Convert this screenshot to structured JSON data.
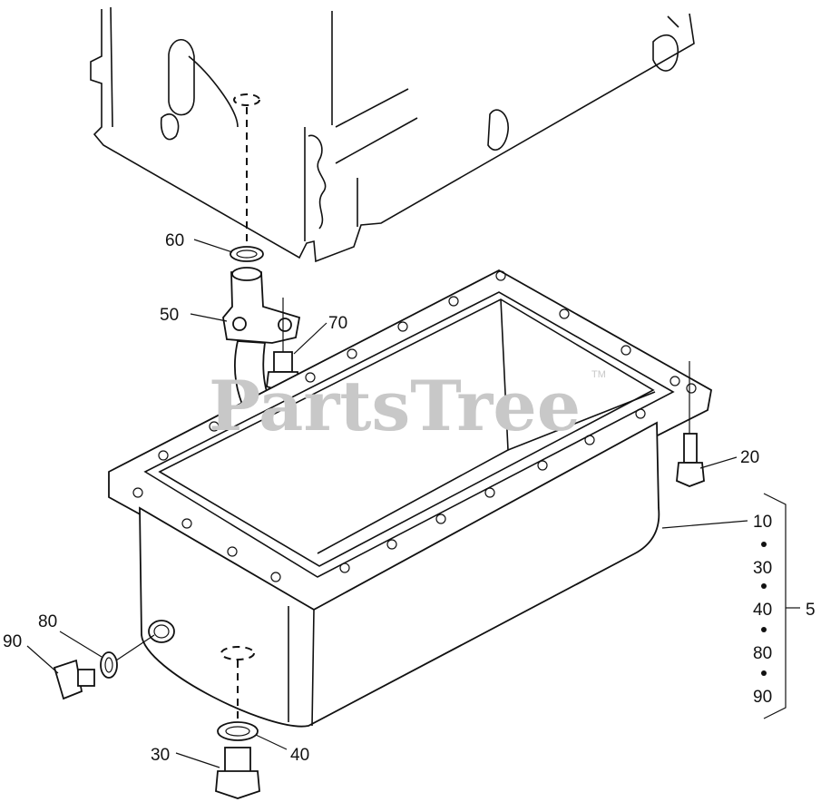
{
  "watermark": {
    "text": "PartsTree",
    "trademark": "TM"
  },
  "callouts": {
    "c5": "5",
    "c10": "10",
    "c20": "20",
    "c30_list": "30",
    "c40_list": "40",
    "c80_list": "80",
    "c90_list": "90",
    "c30": "30",
    "c40": "40",
    "c50": "50",
    "c60": "60",
    "c70": "70",
    "c80": "80",
    "c90": "90"
  }
}
